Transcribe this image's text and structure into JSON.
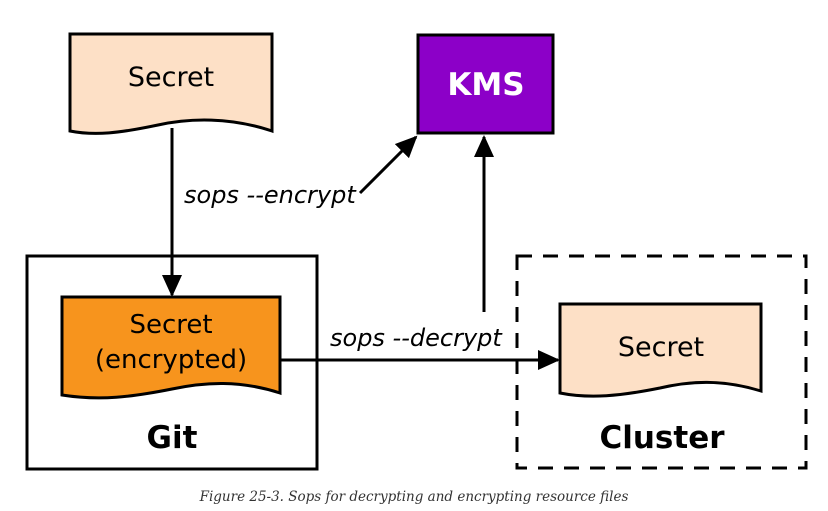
{
  "nodes": {
    "secret_top": {
      "label": "Secret",
      "color": "#fde0c6"
    },
    "kms": {
      "label": "KMS",
      "color": "#8c00c8"
    },
    "secret_encrypted": {
      "line1": "Secret",
      "line2": "(encrypted)",
      "color": "#f7941d"
    },
    "secret_cluster": {
      "label": "Secret",
      "color": "#fde0c6"
    }
  },
  "containers": {
    "git": {
      "label": "Git"
    },
    "cluster": {
      "label": "Cluster"
    }
  },
  "edges": {
    "encrypt": {
      "label": "sops --encrypt"
    },
    "decrypt": {
      "label": "sops --decrypt"
    }
  },
  "caption": "Figure 25-3. Sops for decrypting and encrypting resource files"
}
